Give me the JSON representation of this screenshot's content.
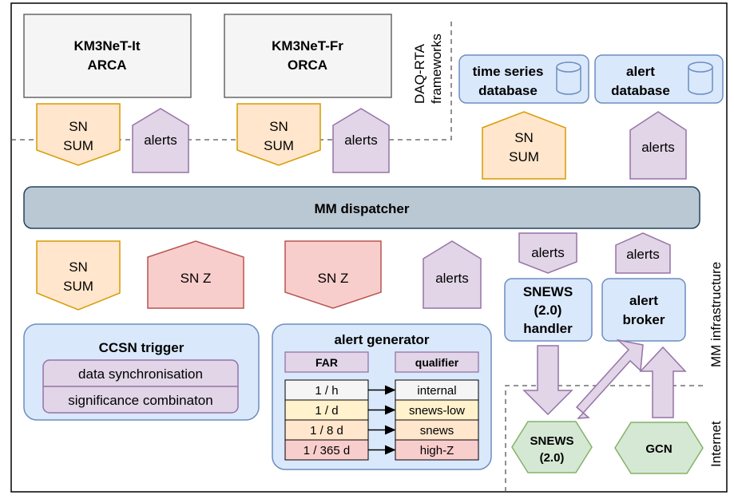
{
  "frame_labels": {
    "daq_rta": "DAQ-RTA",
    "frameworks": "frameworks",
    "mm_infrastructure": "MM infrastructure",
    "internet": "Internet"
  },
  "detectors": {
    "arca": {
      "line1": "KM3NeT-It",
      "line2": "ARCA"
    },
    "orca": {
      "line1": "KM3NeT-Fr",
      "line2": "ORCA"
    }
  },
  "databases": {
    "time_series": {
      "line1": "time series",
      "line2": "database"
    },
    "alert": {
      "line1": "alert",
      "line2": "database"
    }
  },
  "badges": {
    "sn": "SN",
    "sum": "SUM",
    "alerts": "alerts",
    "sn_z": "SN Z"
  },
  "dispatcher": {
    "label": "MM dispatcher"
  },
  "ccsn": {
    "title": "CCSN trigger",
    "items": [
      "data synchronisation",
      "significance combinaton"
    ]
  },
  "alert_generator": {
    "title": "alert generator",
    "far_header": "FAR",
    "qualifier_header": "qualifier",
    "rows": [
      {
        "far": "1 / h",
        "qualifier": "internal",
        "color": "#f5f5f5"
      },
      {
        "far": "1 / d",
        "qualifier": "snews-low",
        "color": "#fff2cc"
      },
      {
        "far": "1 / 8 d",
        "qualifier": "snews",
        "color": "#ffe6cc"
      },
      {
        "far": "1 / 365 d",
        "qualifier": "high-Z",
        "color": "#f8cecc"
      }
    ]
  },
  "snews_handler": {
    "line1": "SNEWS",
    "line2": "(2.0)",
    "line3": "handler"
  },
  "alert_broker": {
    "line1": "alert",
    "line2": "broker"
  },
  "external": {
    "snews": {
      "line1": "SNEWS",
      "line2": "(2.0)"
    },
    "gcn": "GCN"
  },
  "colors": {
    "gray_fill": "#f5f5f5",
    "orange_fill": "#ffe6cc",
    "orange_stroke": "#d79b00",
    "purple_fill": "#e1d5e7",
    "purple_stroke": "#9673a6",
    "red_fill": "#f8cecc",
    "red_stroke": "#b85450",
    "blue_fill": "#dae8fc",
    "blue_stroke": "#6c8ebf",
    "green_fill": "#d5e8d4",
    "green_stroke": "#82b366",
    "dispatcher_fill": "#bac8d3",
    "dispatcher_stroke": "#23445d"
  }
}
